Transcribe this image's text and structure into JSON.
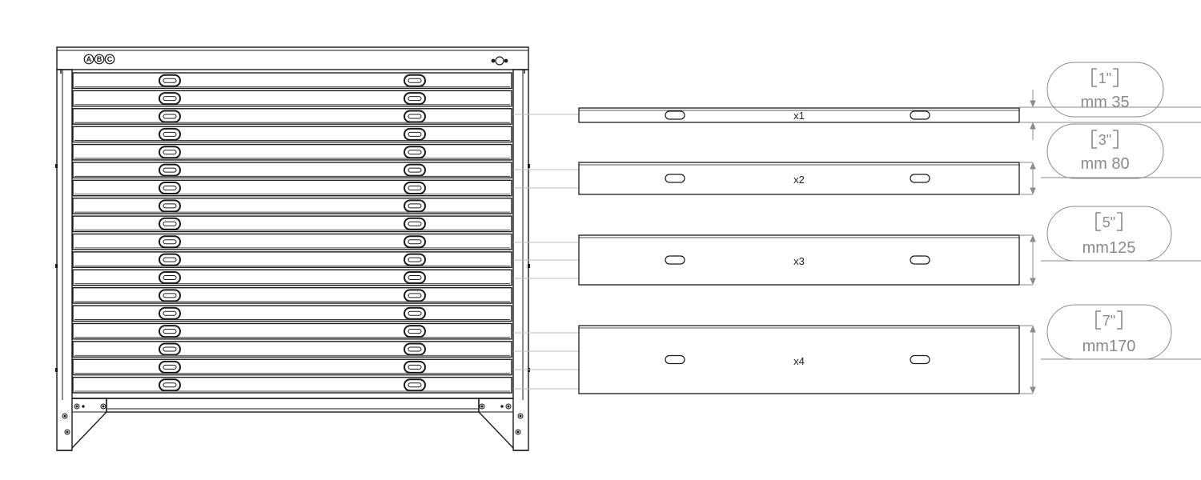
{
  "diagram": {
    "cabinet": {
      "logo_text": "ABC",
      "logo_letters": [
        "A",
        "B",
        "C"
      ],
      "drawer_count": 18
    },
    "drawers": [
      {
        "multiplier": "x1",
        "inches": "1\"",
        "mm": "mm 35",
        "height_mm": 35
      },
      {
        "multiplier": "x2",
        "inches": "3\"",
        "mm": "mm 80",
        "height_mm": 80
      },
      {
        "multiplier": "x3",
        "inches": "5\"",
        "mm": "mm125",
        "height_mm": 125
      },
      {
        "multiplier": "x4",
        "inches": "7\"",
        "mm": "mm170",
        "height_mm": 170
      }
    ],
    "colors": {
      "line": "#1a1a1a",
      "dimension": "#8a8a8a",
      "leader": "#bdbdbd"
    }
  }
}
